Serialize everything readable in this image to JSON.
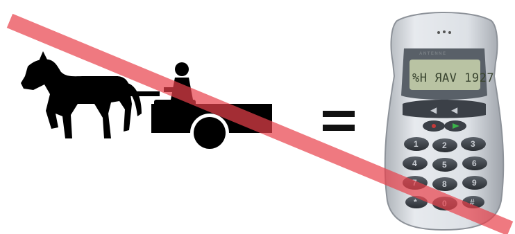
{
  "phone": {
    "brand": "ANTENNE",
    "display_text": "%H ЯAV 1927",
    "keys": [
      "1",
      "2",
      "3",
      "4",
      "5",
      "6",
      "7",
      "8",
      "9",
      "*",
      "0",
      "#"
    ]
  },
  "colors": {
    "silhouette": "#000000",
    "strike_line": "#e8404a",
    "equals_sign": "#111111",
    "phone_body": "#d9dde2",
    "lcd": "#b9c3a3",
    "keys": "#3b4047"
  }
}
